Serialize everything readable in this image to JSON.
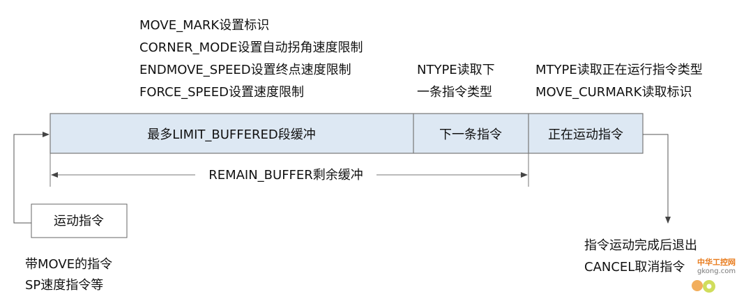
{
  "settings_text": [
    "MOVE_MARK设置标识",
    "CORNER_MODE设置自动拐角速度限制",
    "ENDMOVE_SPEED设置终点速度限制",
    "FORCE_SPEED设置速度限制"
  ],
  "ntype_text": [
    "NTYPE读取下",
    "一条指令类型"
  ],
  "mtype_text": [
    "MTYPE读取正在运行指令类型",
    "MOVE_CURMARK读取标识"
  ],
  "buffer": {
    "segment1": "最多LIMIT_BUFFERED段缓冲",
    "segment2": "下一条指令",
    "segment3": "正在运动指令"
  },
  "remain_label": "REMAIN_BUFFER剩余缓冲",
  "input_box": "运动指令",
  "input_notes": [
    "带MOVE的指令",
    "SP速度指令等"
  ],
  "exit_notes": [
    "指令运动完成后退出",
    "CANCEL取消指令"
  ],
  "watermark": {
    "cn": "中华工控网",
    "url": "gkong.com"
  },
  "colors": {
    "box_fill": "#dde8f3",
    "line": "#555555"
  }
}
